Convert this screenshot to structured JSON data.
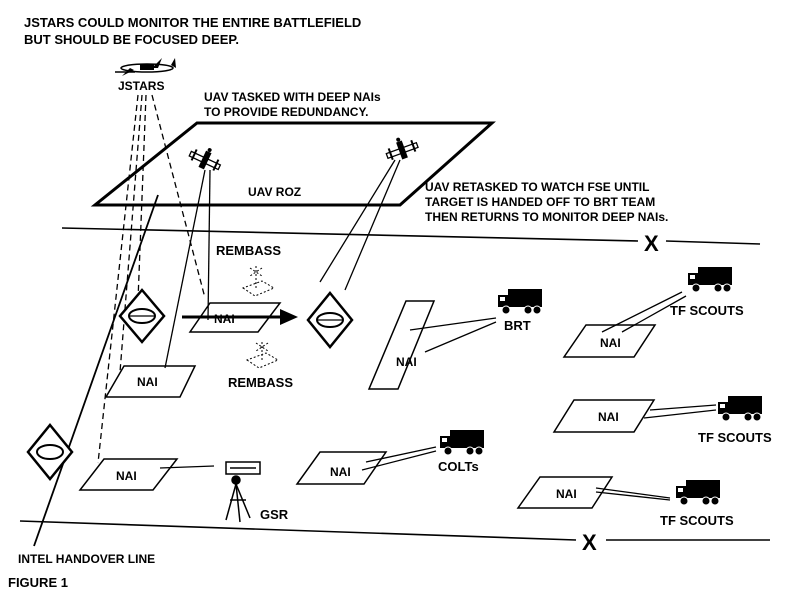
{
  "diagram": {
    "note_jstars_line1": "JSTARS COULD MONITOR THE ENTIRE BATTLEFIELD",
    "note_jstars_line2": "BUT SHOULD BE FOCUSED DEEP.",
    "jstars_label": "JSTARS",
    "note_uav_deep_line1": "UAV TASKED WITH DEEP NAIs",
    "note_uav_deep_line2": "TO PROVIDE REDUNDANCY.",
    "uav_roz_label": "UAV ROZ",
    "note_uav_retask_line1": "UAV RETASKED TO WATCH FSE UNTIL",
    "note_uav_retask_line2": "TARGET IS HANDED OFF TO BRT TEAM",
    "note_uav_retask_line3": "THEN RETURNS TO MONITOR DEEP NAIs.",
    "boundary_x_symbol": "X",
    "rembass_label": "REMBASS",
    "nai_label": "NAI",
    "brt_label": "BRT",
    "tf_scouts_label": "TF SCOUTS",
    "colts_label": "COLTs",
    "gsr_label": "GSR",
    "intel_handover_label": "INTEL HANDOVER LINE",
    "figure_label": "FIGURE 1"
  }
}
